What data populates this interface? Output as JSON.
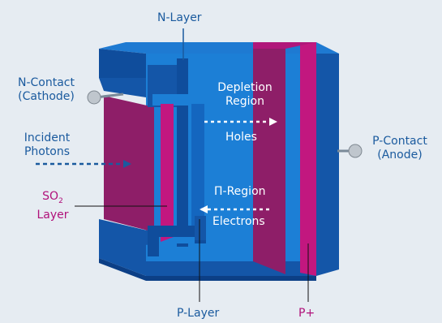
{
  "labels": {
    "n_layer": "N-Layer",
    "n_contact_line1": "N-Contact",
    "n_contact_line2": "(Cathode)",
    "incident_line1": "Incident",
    "incident_line2": "Photons",
    "so2_base": "SO",
    "so2_sub": "2",
    "so2_line2": "Layer",
    "depletion_line1": "Depletion",
    "depletion_line2": "Region",
    "holes": "Holes",
    "pi_region": "Π-Region",
    "electrons": "Electrons",
    "p_contact_line1": "P-Contact",
    "p_contact_line2": "(Anode)",
    "p_layer": "P-Layer",
    "p_plus": "P+"
  },
  "colors": {
    "background": "#e6ecf2",
    "label_blue": "#1a5a9e",
    "label_magenta": "#b0117a",
    "block_front": "#1c7fd6",
    "block_side": "#1456a8",
    "magenta_layer": "#8e1e68",
    "p_plus": "#c2177f"
  }
}
